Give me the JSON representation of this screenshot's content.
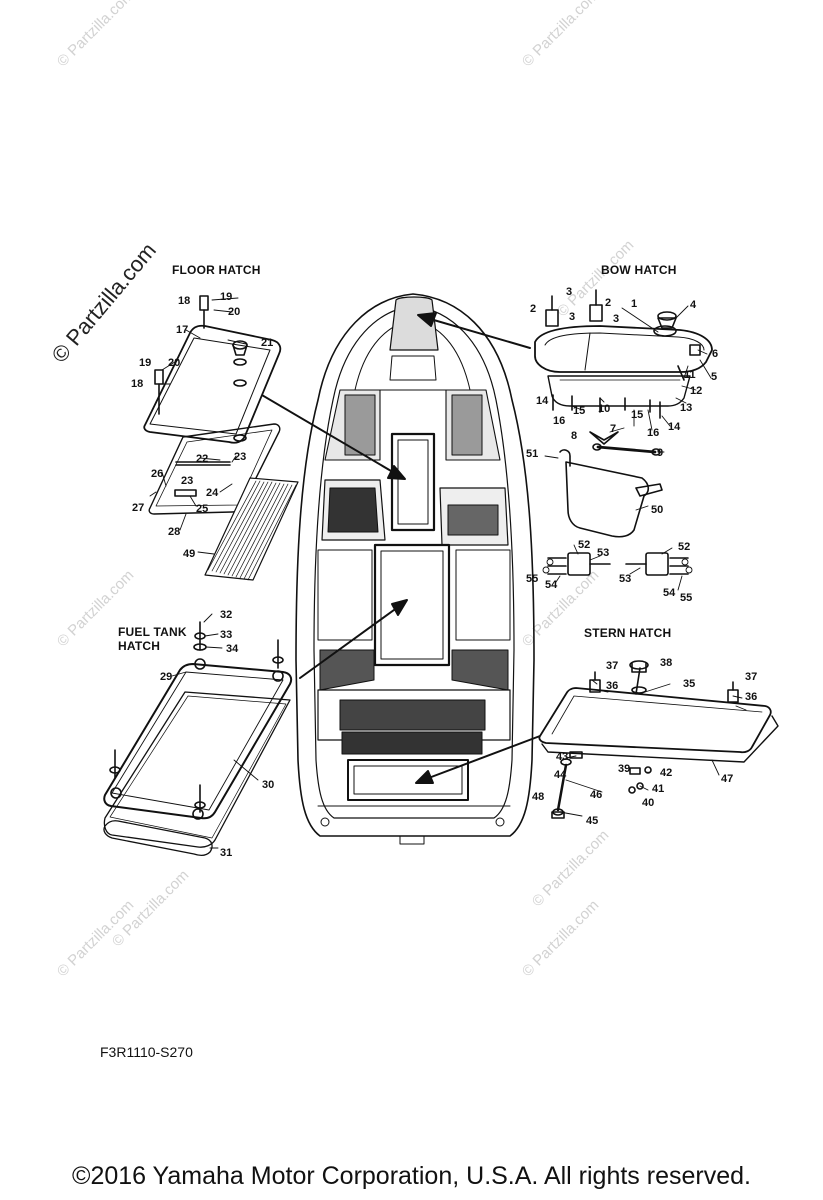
{
  "watermark": {
    "text": "© Partzilla.com",
    "big_text": "© Partzilla.com"
  },
  "sections": {
    "floor_hatch": "FLOOR HATCH",
    "bow_hatch": "BOW HATCH",
    "fuel_tank_hatch_line1": "FUEL TANK",
    "fuel_tank_hatch_line2": "HATCH",
    "stern_hatch": "STERN HATCH"
  },
  "callouts": [
    "1",
    "2",
    "2",
    "3",
    "3",
    "3",
    "4",
    "5",
    "6",
    "7",
    "8",
    "9",
    "10",
    "11",
    "12",
    "13",
    "14",
    "14",
    "15",
    "15",
    "16",
    "16",
    "17",
    "18",
    "18",
    "19",
    "19",
    "20",
    "20",
    "21",
    "22",
    "23",
    "23",
    "24",
    "25",
    "26",
    "27",
    "28",
    "29",
    "30",
    "31",
    "32",
    "33",
    "34",
    "35",
    "36",
    "36",
    "37",
    "37",
    "38",
    "39",
    "40",
    "41",
    "42",
    "43",
    "44",
    "45",
    "46",
    "47",
    "48",
    "49",
    "50",
    "51",
    "52",
    "52",
    "53",
    "53",
    "54",
    "54",
    "55",
    "55"
  ],
  "diagram_code": "F3R1110-S270",
  "copyright": "©2016 Yamaha Motor Corporation, U.S.A. All rights reserved."
}
